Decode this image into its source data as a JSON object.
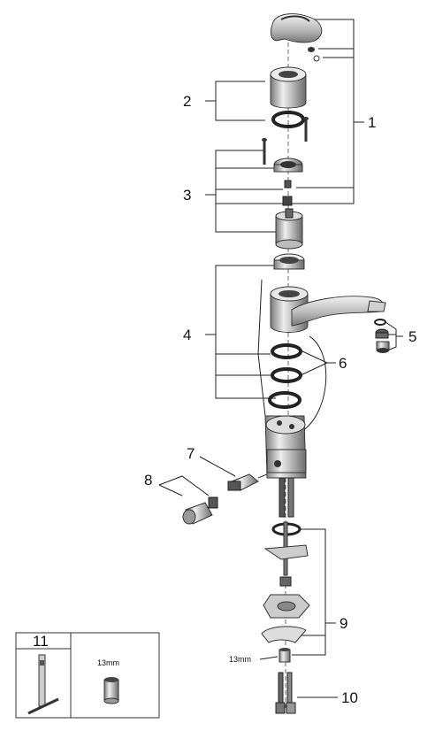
{
  "callouts": {
    "c1": "1",
    "c2": "2",
    "c3": "3",
    "c4": "4",
    "c5": "5",
    "c6": "6",
    "c7": "7",
    "c8": "8",
    "c9": "9",
    "c10": "10",
    "c11": "11"
  },
  "labels": {
    "wrench_size_bottom": "13mm",
    "tool_box_size": "13mm"
  },
  "colors": {
    "chrome_light": "#e6e6e6",
    "chrome_mid": "#b8b8b8",
    "chrome_dark": "#6f6f6f",
    "black": "#222222"
  }
}
